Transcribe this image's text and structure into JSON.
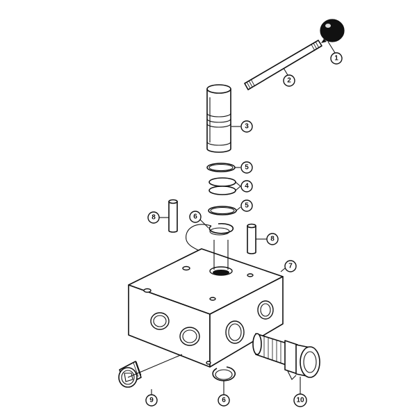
{
  "callouts": [
    {
      "id": "c1",
      "label": "1"
    },
    {
      "id": "c2",
      "label": "2"
    },
    {
      "id": "c3",
      "label": "3"
    },
    {
      "id": "c5a",
      "label": "5"
    },
    {
      "id": "c4",
      "label": "4"
    },
    {
      "id": "c5b",
      "label": "5"
    },
    {
      "id": "c6a",
      "label": "6"
    },
    {
      "id": "c8a",
      "label": "8"
    },
    {
      "id": "c8b",
      "label": "8"
    },
    {
      "id": "c7",
      "label": "7"
    },
    {
      "id": "c9",
      "label": "9"
    },
    {
      "id": "c6b",
      "label": "6"
    },
    {
      "id": "c10",
      "label": "10"
    }
  ],
  "colors": {
    "ink": "#111111",
    "paper": "#ffffff"
  }
}
